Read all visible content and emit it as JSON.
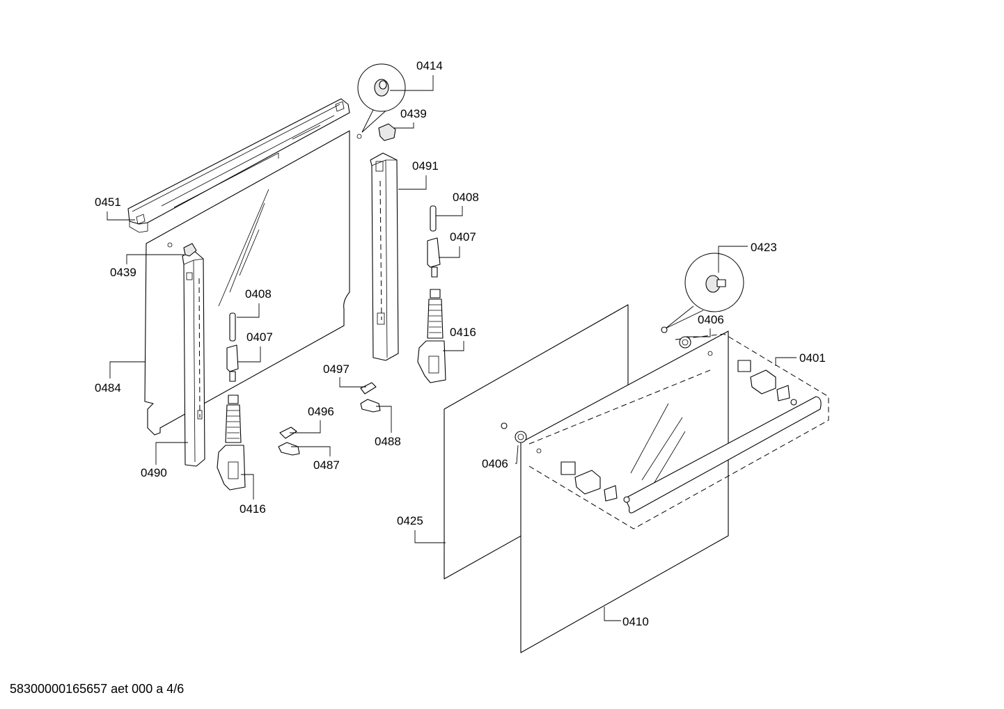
{
  "footer": "58300000165657 aet 000 a 4/6",
  "labels": {
    "l0414": "0414",
    "l0439a": "0439",
    "l0491": "0491",
    "l0408a": "0408",
    "l0407a": "0407",
    "l0416a": "0416",
    "l0451": "0451",
    "l0439b": "0439",
    "l0408b": "0408",
    "l0407b": "0407",
    "l0484": "0484",
    "l0497": "0497",
    "l0496": "0496",
    "l0488": "0488",
    "l0487": "0487",
    "l0490": "0490",
    "l0416b": "0416",
    "l0423": "0423",
    "l0406a": "0406",
    "l0401": "0401",
    "l0406b": "0406",
    "l0425": "0425",
    "l0410": "0410"
  }
}
